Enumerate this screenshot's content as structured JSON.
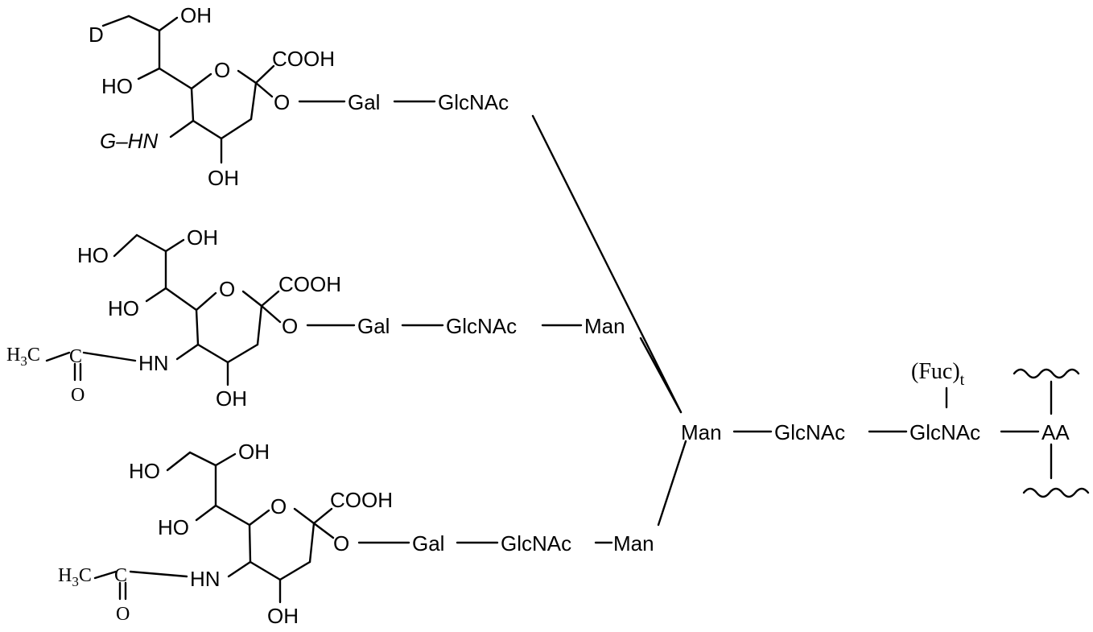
{
  "structure": {
    "upper_unit": {
      "d_group": "D",
      "oh_side": "OH",
      "oh_left": "HO",
      "oh_ring": "OH",
      "cooh": "COOH",
      "ring_o": "O",
      "amine": "G–HN",
      "link_o": "O",
      "gal": "Gal",
      "glcnac": "GlcNAc"
    },
    "middle_unit": {
      "oh_chain": "HO",
      "oh_side": "OH",
      "oh_left": "HO",
      "oh_ring": "OH",
      "cooh": "COOH",
      "ring_o": "O",
      "acetyl_h3c": "H3C",
      "acetyl_c": "C",
      "acetyl_o": "O",
      "amine": "HN",
      "link_o": "O",
      "gal": "Gal",
      "glcnac": "GlcNAc",
      "man": "Man"
    },
    "lower_unit": {
      "oh_chain": "HO",
      "oh_side": "OH",
      "oh_left": "HO",
      "oh_ring": "OH",
      "cooh": "COOH",
      "ring_o": "O",
      "acetyl_h3c": "H3C",
      "acetyl_c": "C",
      "acetyl_o": "O",
      "amine": "HN",
      "link_o": "O",
      "gal": "Gal",
      "glcnac": "GlcNAc",
      "man": "Man"
    },
    "core": {
      "man": "Man",
      "glcnac_1": "GlcNAc",
      "glcnac_2": "GlcNAc",
      "fuc": "(Fuc)",
      "fuc_sub": "t",
      "aa": "AA"
    }
  }
}
